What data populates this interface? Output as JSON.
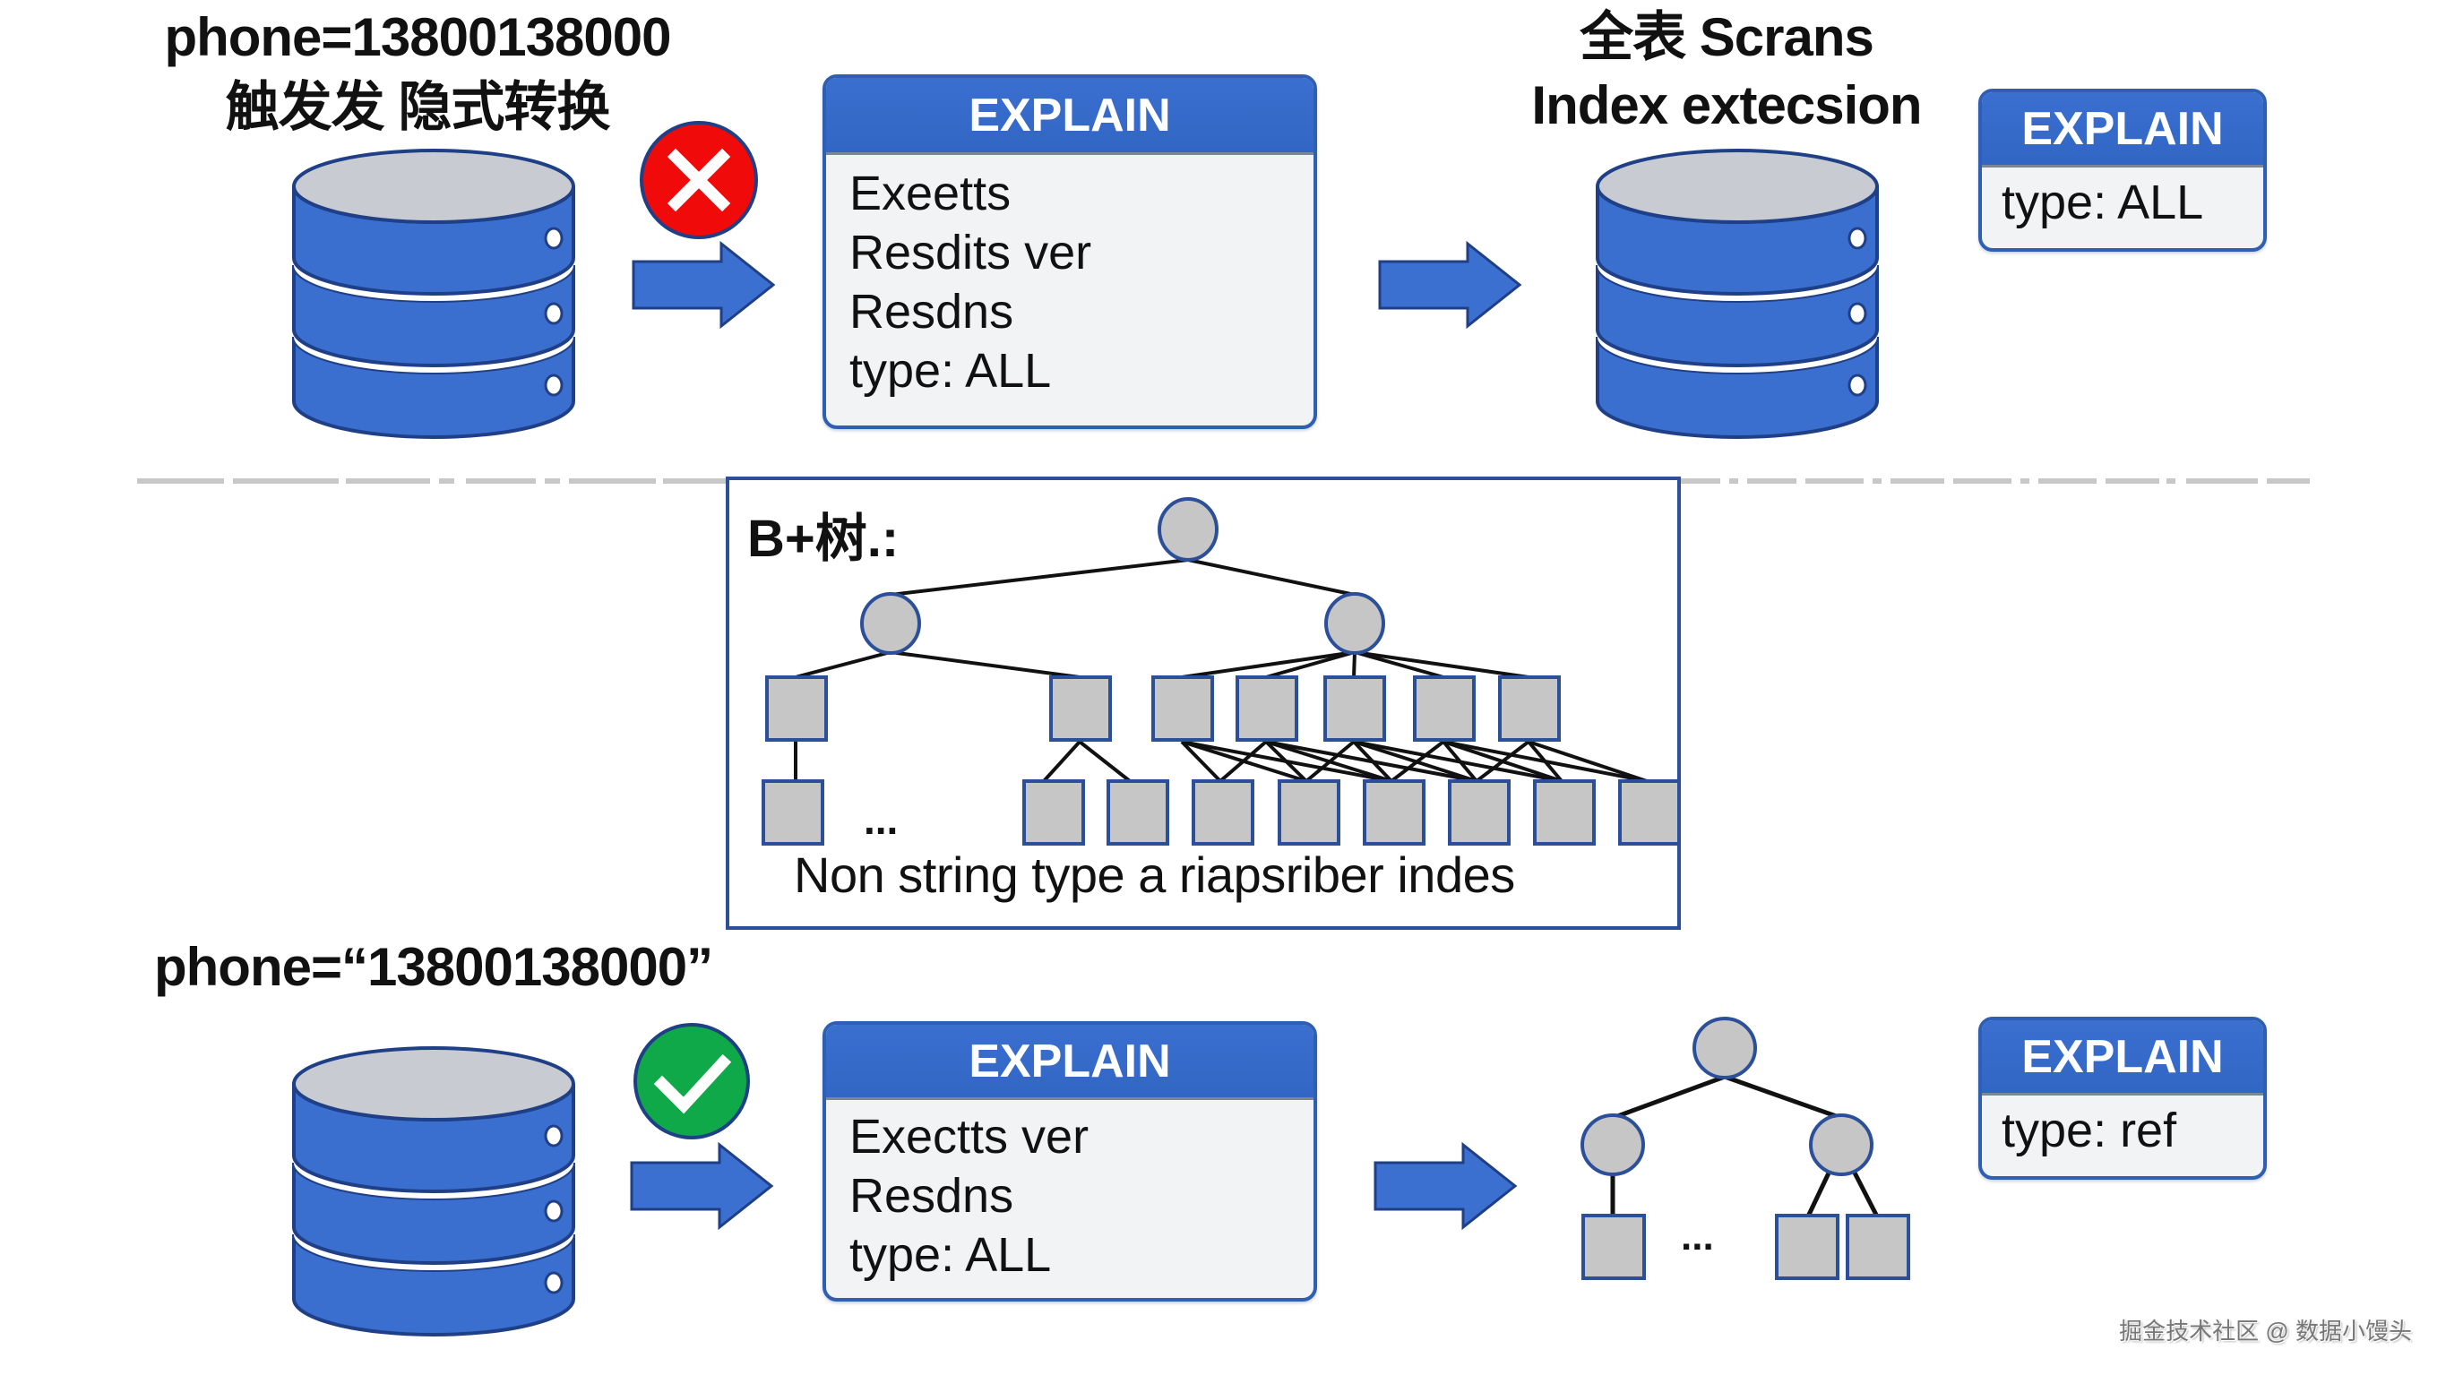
{
  "colors": {
    "db_blue": "#3a6fd0",
    "db_outline": "#1f3f86",
    "db_top": "#c8cbd2",
    "node_fill": "#c6c6c6",
    "node_outline": "#2c4f9a",
    "error_red": "#f00a0a",
    "success_green": "#10a94a",
    "divider_gray": "#c8c8c8"
  },
  "top_row": {
    "condition_label": "phone=13800138000",
    "condition_note": "触发发 隐式转换",
    "status_icon": "error-x-icon",
    "explain_box": {
      "header": "EXPLAIN",
      "lines": [
        "Exeetts",
        "Resdits ver",
        "Resdns",
        "type: ALL"
      ]
    },
    "result_title_line1": "全表 Scrans",
    "result_title_line2": "Index extecsion",
    "result_explain": {
      "header": "EXPLAIN",
      "lines": [
        "type: ALL"
      ]
    }
  },
  "bplus_tree": {
    "title": "B+树.:",
    "ellipsis": "...",
    "caption": "Non string type a riapsriber indes"
  },
  "bottom_row": {
    "condition_label": "phone=“13800138000”",
    "status_icon": "success-check-icon",
    "explain_box": {
      "header": "EXPLAIN",
      "lines": [
        "Exectts ver",
        "Resdns",
        "type: ALL"
      ]
    },
    "tree_ellipsis": "...",
    "result_explain": {
      "header": "EXPLAIN",
      "lines": [
        "type: ref"
      ]
    }
  },
  "watermark": "掘金技术社区 @ 数据小馒头"
}
